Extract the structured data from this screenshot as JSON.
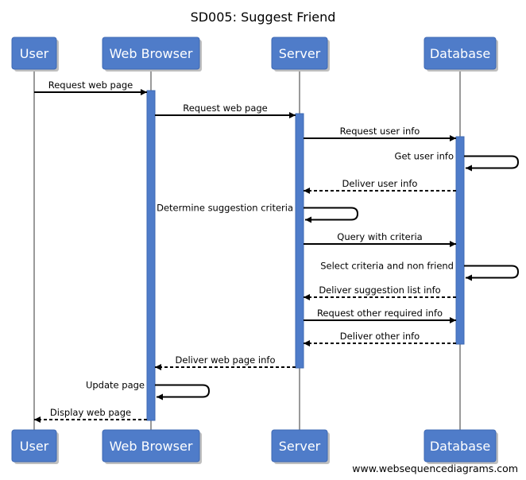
{
  "title": "SD005: Suggest Friend",
  "watermark": "www.websequencediagrams.com",
  "participants": [
    "User",
    "Web Browser",
    "Server",
    "Database"
  ],
  "messages": [
    {
      "from": 0,
      "to": 1,
      "label": "Request web page",
      "dashed": false
    },
    {
      "from": 1,
      "to": 2,
      "label": "Request web page",
      "dashed": false
    },
    {
      "from": 2,
      "to": 3,
      "label": "Request user info",
      "dashed": false
    },
    {
      "from": 3,
      "to": 3,
      "label": "Get user info",
      "dashed": false
    },
    {
      "from": 3,
      "to": 2,
      "label": "Deliver user info",
      "dashed": true
    },
    {
      "from": 2,
      "to": 2,
      "label": "Determine suggestion criteria",
      "dashed": false
    },
    {
      "from": 2,
      "to": 3,
      "label": "Query with criteria",
      "dashed": false
    },
    {
      "from": 3,
      "to": 3,
      "label": "Select criteria and non friend",
      "dashed": false
    },
    {
      "from": 3,
      "to": 2,
      "label": "Deliver suggestion list info",
      "dashed": true
    },
    {
      "from": 2,
      "to": 3,
      "label": "Request other required info",
      "dashed": false
    },
    {
      "from": 3,
      "to": 2,
      "label": "Deliver other info",
      "dashed": true
    },
    {
      "from": 2,
      "to": 1,
      "label": "Deliver web page info",
      "dashed": true
    },
    {
      "from": 1,
      "to": 1,
      "label": "Update page",
      "dashed": false
    },
    {
      "from": 1,
      "to": 0,
      "label": "Display web page",
      "dashed": true
    }
  ]
}
